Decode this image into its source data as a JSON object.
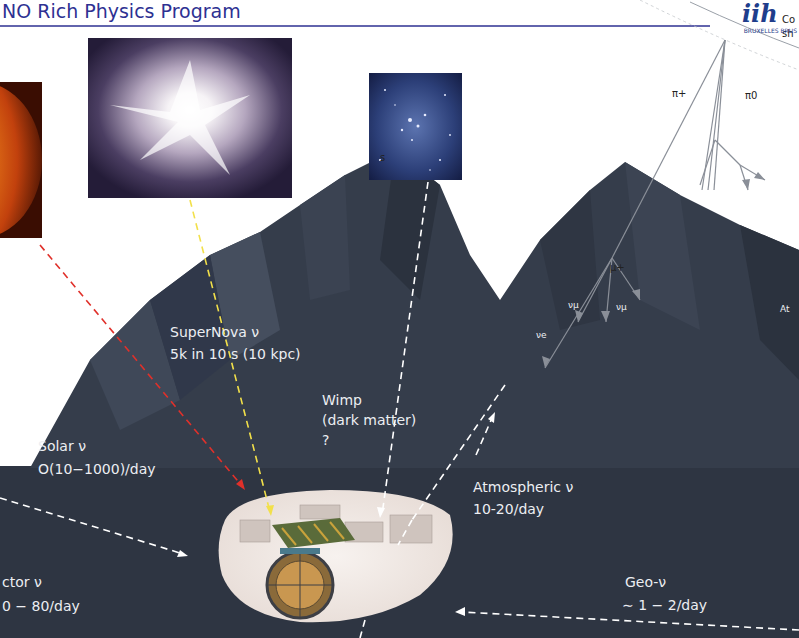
{
  "diagram": {
    "title": "NO Rich Physics Program",
    "labels": [
      "SuperNova ν",
      "5k in 10 s (10 kpc)",
      "Wimp",
      "(dark matter)",
      "?",
      "Solar ν",
      "O(10−1000)/day",
      "Atmospheric ν",
      "10-20/day",
      "ctor ν",
      "0 − 80/day",
      "Geo-ν",
      "∼ 1 − 2/day",
      "π+",
      "π0",
      "μ+",
      "νe",
      "νμ",
      "νμ",
      "Co",
      "sh",
      "At",
      "s",
      "iih",
      "BRUXELLES BRUS"
    ]
  }
}
